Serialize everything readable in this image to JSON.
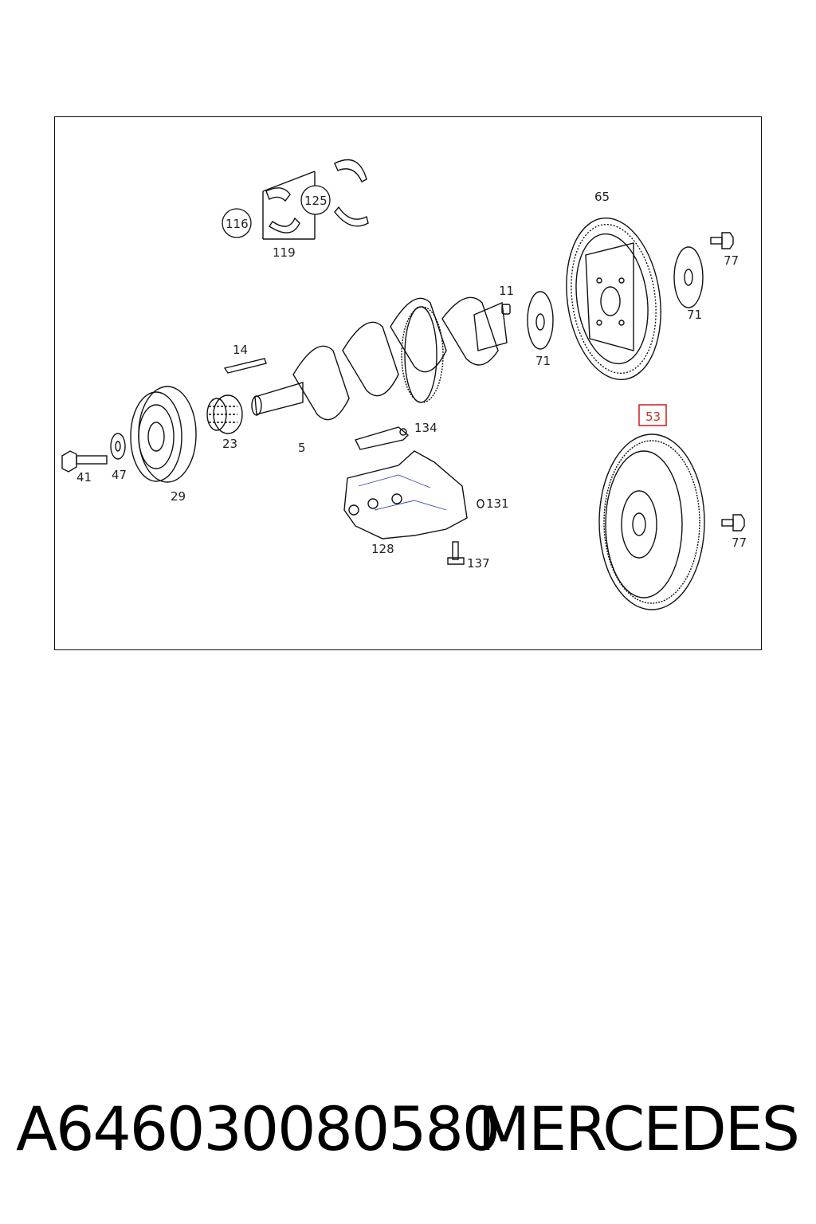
{
  "diagram": {
    "callouts": {
      "c116": "116",
      "c125": "125",
      "c119": "119",
      "c65": "65",
      "c77a": "77",
      "c71a": "71",
      "c11": "11",
      "c71b": "71",
      "c14": "14",
      "c53": "53",
      "c134": "134",
      "c23": "23",
      "c5": "5",
      "c41": "41",
      "c47": "47",
      "c29": "29",
      "c131": "131",
      "c77b": "77",
      "c128": "128",
      "c137": "137"
    },
    "highlight_color": "#d01a1a"
  },
  "footer": {
    "part_number": "A646030080580",
    "brand": "MERCEDES"
  }
}
